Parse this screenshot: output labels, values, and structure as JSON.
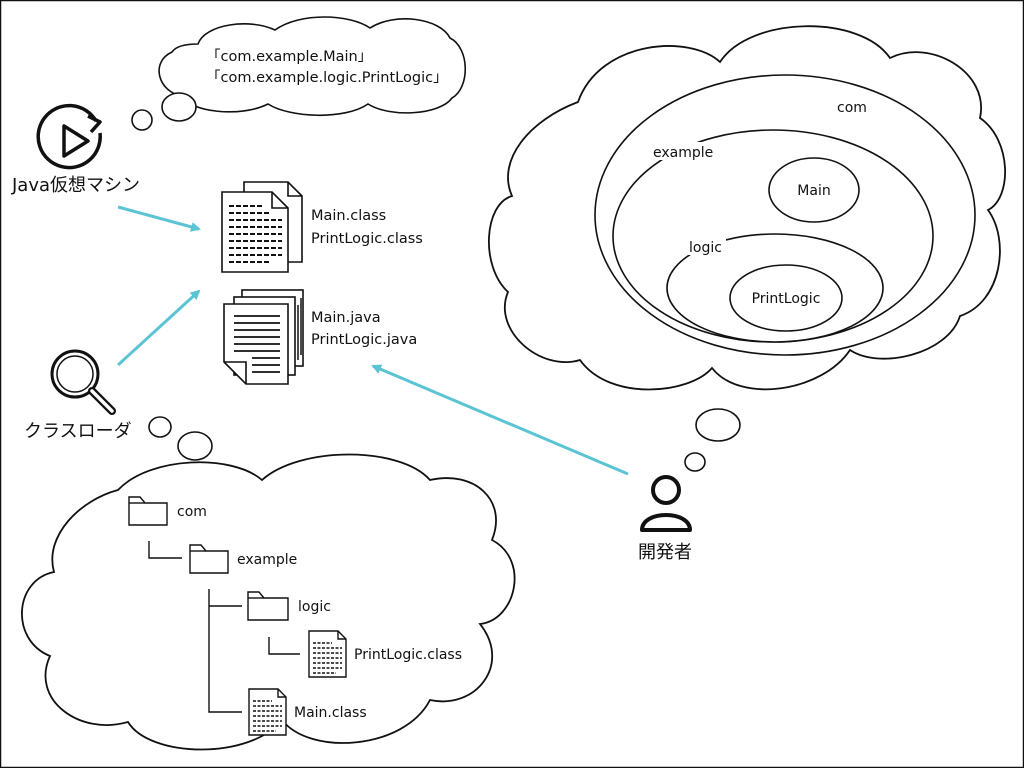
{
  "actors": {
    "jvm": {
      "label": "Java仮想マシン",
      "icon": "play-restart-icon"
    },
    "classloader": {
      "label": "クラスローダ",
      "icon": "magnifier-icon"
    },
    "developer": {
      "label": "開発者",
      "icon": "person-icon"
    }
  },
  "jvm_thought": [
    "「com.example.Main」",
    "「com.example.logic.PrintLogic」"
  ],
  "class_files": {
    "icon": "binary-documents-icon",
    "lines": [
      "Main.class",
      "PrintLogic.class"
    ]
  },
  "source_files": {
    "icon": "text-documents-icon",
    "lines": [
      "Main.java",
      "PrintLogic.java"
    ]
  },
  "package_diagram": {
    "outer": "com",
    "middle": "example",
    "inner": "logic",
    "classes": [
      "Main",
      "PrintLogic"
    ]
  },
  "folder_tree": {
    "root": "com",
    "child": "example",
    "grandchild": "logic",
    "files": [
      "PrintLogic.class",
      "Main.class"
    ]
  },
  "colors": {
    "arrow": "#5bc4d4",
    "stroke": "#111111",
    "background": "#ffffff"
  }
}
